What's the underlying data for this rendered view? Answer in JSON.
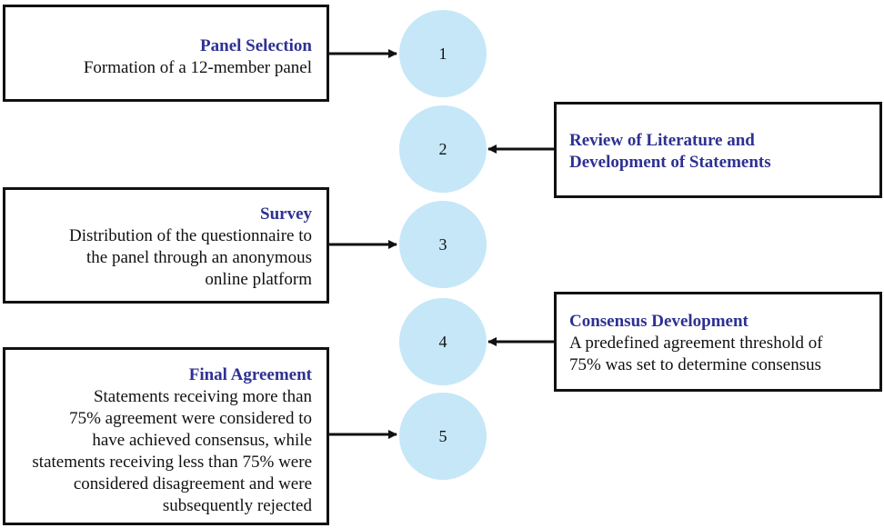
{
  "steps": [
    {
      "number": "1",
      "title": "Panel Selection",
      "body": "Formation of a 12-member panel"
    },
    {
      "number": "2",
      "title": "Review of Literature and\nDevelopment of Statements",
      "body": ""
    },
    {
      "number": "3",
      "title": "Survey",
      "body": "Distribution of the questionnaire to\nthe panel through an anonymous\nonline platform"
    },
    {
      "number": "4",
      "title": "Consensus Development",
      "body": "A predefined agreement threshold of\n75% was set to determine consensus"
    },
    {
      "number": "5",
      "title": "Final Agreement",
      "body": "Statements receiving more than\n75% agreement were considered to\nhave achieved consensus, while\nstatements receiving less than 75% were\nconsidered disagreement and were\nsubsequently rejected"
    }
  ],
  "colors": {
    "title": "#2e3192",
    "circle": "#c6e7f7",
    "border": "#111111"
  }
}
